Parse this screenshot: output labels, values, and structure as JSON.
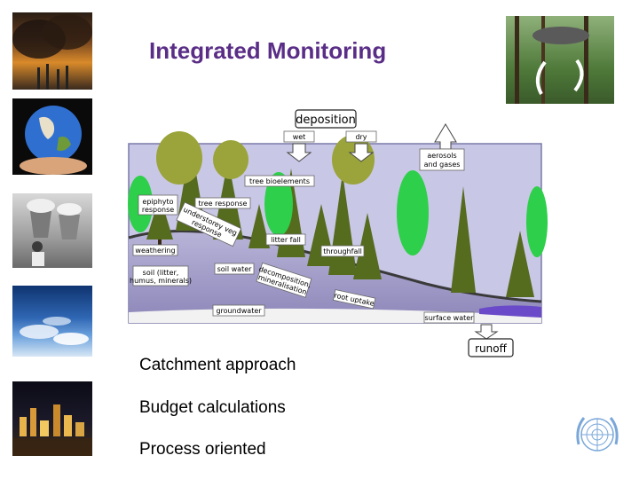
{
  "title": "Integrated Monitoring",
  "bullets": [
    "Catchment approach",
    "Budget calculations",
    "Process oriented"
  ],
  "side_images": [
    "industrial-smoke-photo",
    "earth-in-hands-photo",
    "child-and-cooling-towers-photo",
    "sky-clouds-photo",
    "city-night-photo",
    "forest-cycle-photo"
  ],
  "logo": "un-emblem-icon",
  "diagram": {
    "deposition": "deposition",
    "wet": "wet",
    "dry": "dry",
    "aerosols_1": "aerosols",
    "aerosols_2": "and gases",
    "tree_bioelements": "tree bioelements",
    "epiphyto_1": "epiphyto",
    "epiphyto_2": "response",
    "tree_response": "tree response",
    "understorey_1": "understorey veg",
    "understorey_2": "response",
    "litter_fall": "litter fall",
    "throughfall": "throughfall",
    "weathering": "weathering",
    "soil_water": "soil water",
    "soil_1": "soil (litter,",
    "soil_2": "humus, minerals)",
    "decomposition_1": "decomposition,",
    "decomposition_2": "mineralisation",
    "root_uptake": "root uptake",
    "groundwater": "groundwater",
    "surface_water": "surface water",
    "runoff": "runoff"
  }
}
